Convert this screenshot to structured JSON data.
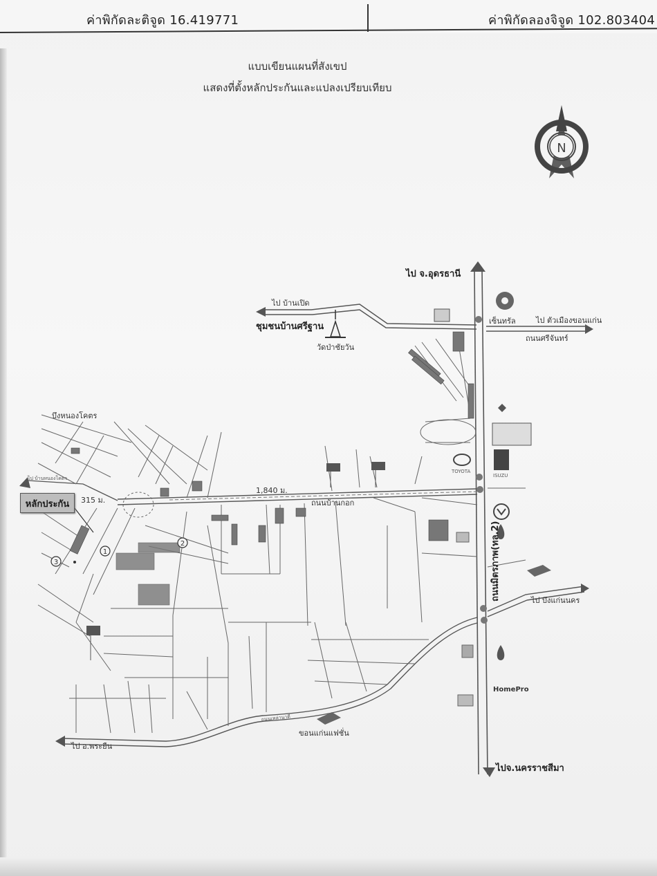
{
  "header": {
    "latitude_label": "ค่าพิกัดละติจูด 16.419771",
    "longitude_label": "ค่าพิกัดลองจิจูด 102.803404"
  },
  "titles": {
    "line1": "แบบเขียนแผนที่สังเขป",
    "line2": "แสดงที่ตั้งหลักประกันและแปลงเปรียบเทียบ"
  },
  "compass": {
    "letter": "N"
  },
  "collateral": {
    "label": "หลักประกัน",
    "distance": "315 ม."
  },
  "map_labels": {
    "to_udon": "ไป จ.อุดรธานี",
    "to_ban_ped": "ไป บ้านเปิด",
    "community_sri_than": "ชุมชนบ้านศรีฐาน",
    "wat_pa_chai_wan": "วัดป่าชัยวัน",
    "central": "เซ็นทรัล",
    "to_khon_kaen_city": "ไป ตัวเมืองขอนแก่น",
    "sri_chan_road": "ถนนศรีจันทร์",
    "bung_nong_khot": "บึงหนองโคตร",
    "to_ban_nong_khot": "ไป บ้านหนองโคตร",
    "distance_1840": "1,840 ม.",
    "ban_kok_road": "ถนนบ้านกอก",
    "mittraphap_road": "ถนนมิตรภาพ(ทล.2)",
    "to_bung_kaen_nakhon": "ไป บึงแก่นนคร",
    "lao_na_di_road": "ถนนเหล่านาดี",
    "khon_kaen_fashion": "ขอนแก่นแฟชั่น",
    "to_phra_yuen": "ไป อ.พระยืน",
    "to_nakhon_ratchasima": "ไปจ.นครราชสีมา",
    "toyota": "TOYOTA",
    "isuzu": "ISUZU",
    "homepro": "HomePro"
  },
  "markers": {
    "m1": "1",
    "m2": "2",
    "m3": "3"
  },
  "colors": {
    "road": "#555555",
    "ink": "#222222",
    "paper": "#f4f4f4",
    "label_box": "#bdbdbd"
  }
}
